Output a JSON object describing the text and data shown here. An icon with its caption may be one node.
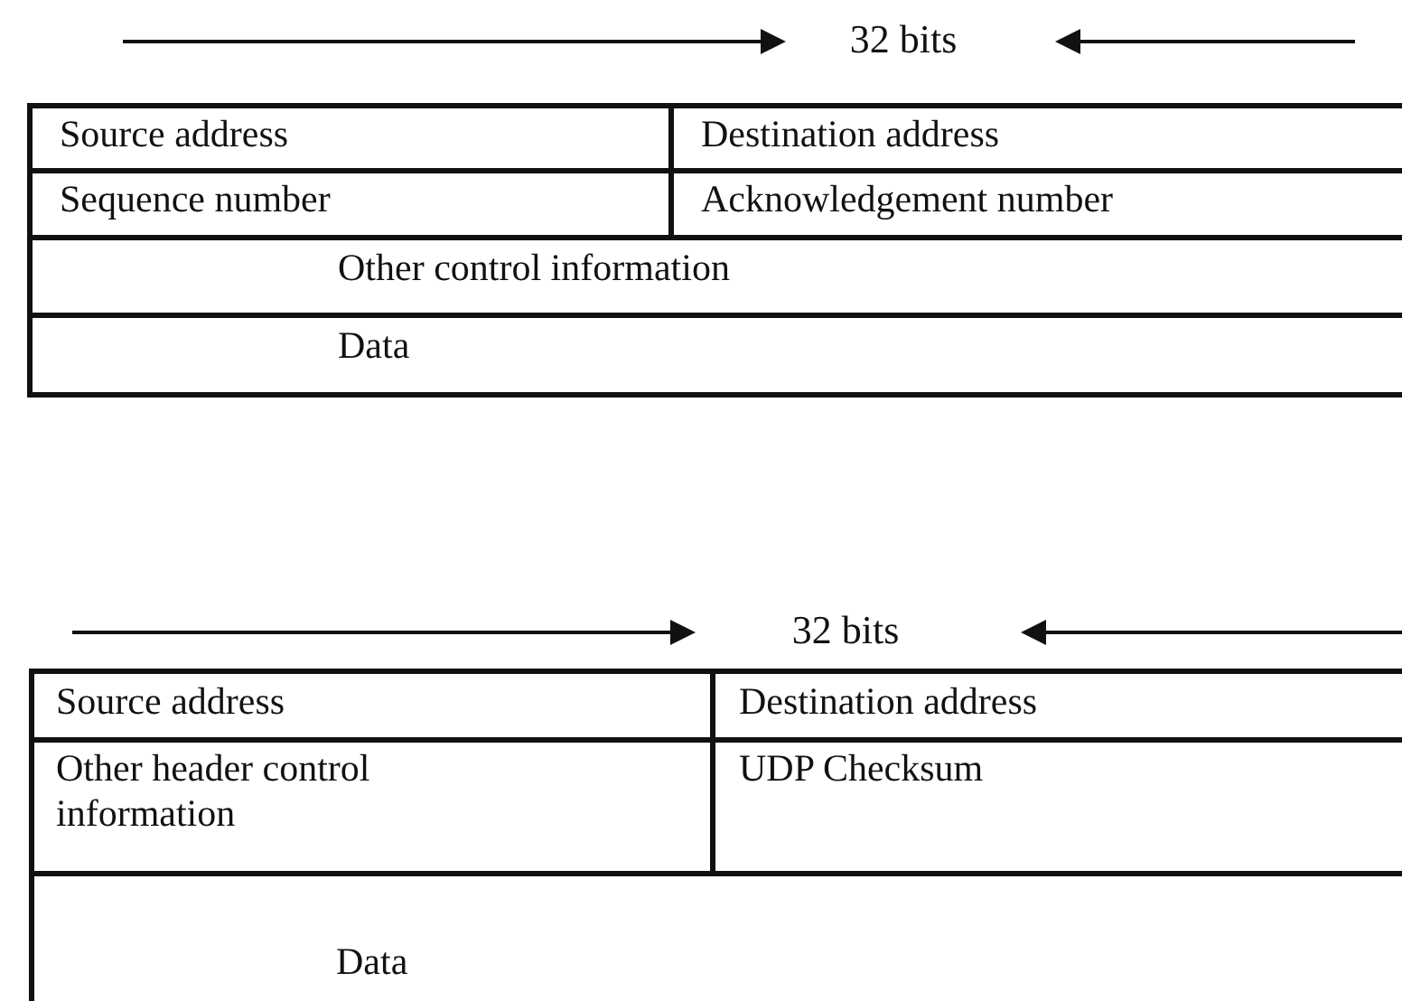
{
  "diagram": {
    "nodes": [
      {
        "text": [
          "Source address"
        ]
      },
      {
        "text": [
          "Destination address"
        ]
      },
      {
        "text": [
          "Sequence number"
        ]
      },
      {
        "text": [
          "Acknowledgement number"
        ]
      },
      {
        "text": [
          "Other control information"
        ]
      },
      {
        "text": [
          "Data"
        ]
      },
      {
        "text": [
          "Source address"
        ]
      },
      {
        "text": [
          "Destination address"
        ]
      },
      {
        "text": [
          "Other header control information"
        ]
      },
      {
        "text": [
          "UDP Checksum"
        ]
      },
      {
        "text": [
          "Data"
        ]
      }
    ],
    "labels": [
      "32 bits",
      "32 bits"
    ]
  }
}
